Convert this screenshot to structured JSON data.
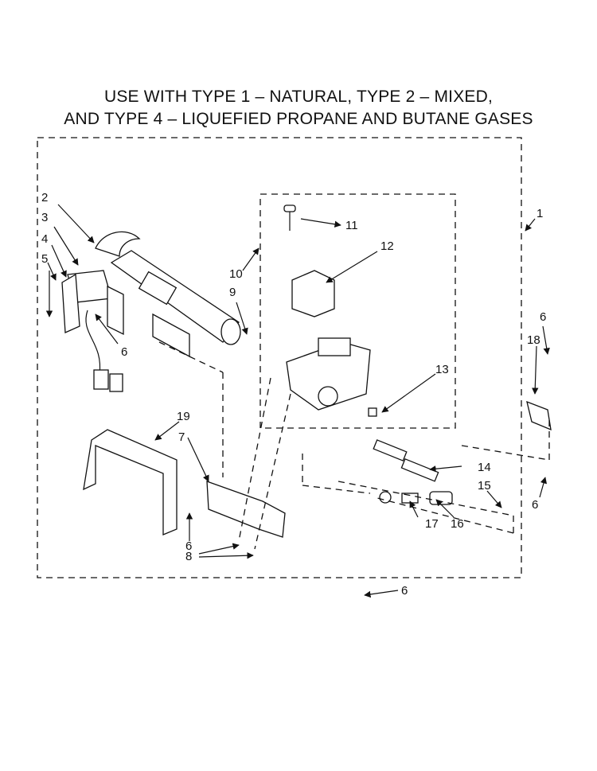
{
  "title": {
    "line1": "USE WITH TYPE 1 – NATURAL, TYPE 2 – MIXED,",
    "line2": "AND TYPE 4 – LIQUEFIED PROPANE AND BUTANE GASES"
  },
  "callouts": {
    "c1": "1",
    "c2": "2",
    "c3": "3",
    "c4": "4",
    "c5": "5",
    "c6a": "6",
    "c6b": "6",
    "c6c": "6",
    "c6d": "6",
    "c6e": "6",
    "c7": "7",
    "c8": "8",
    "c9": "9",
    "c10": "10",
    "c11": "11",
    "c12": "12",
    "c13": "13",
    "c14": "14",
    "c15": "15",
    "c16": "16",
    "c17": "17",
    "c18": "18",
    "c19": "19"
  }
}
